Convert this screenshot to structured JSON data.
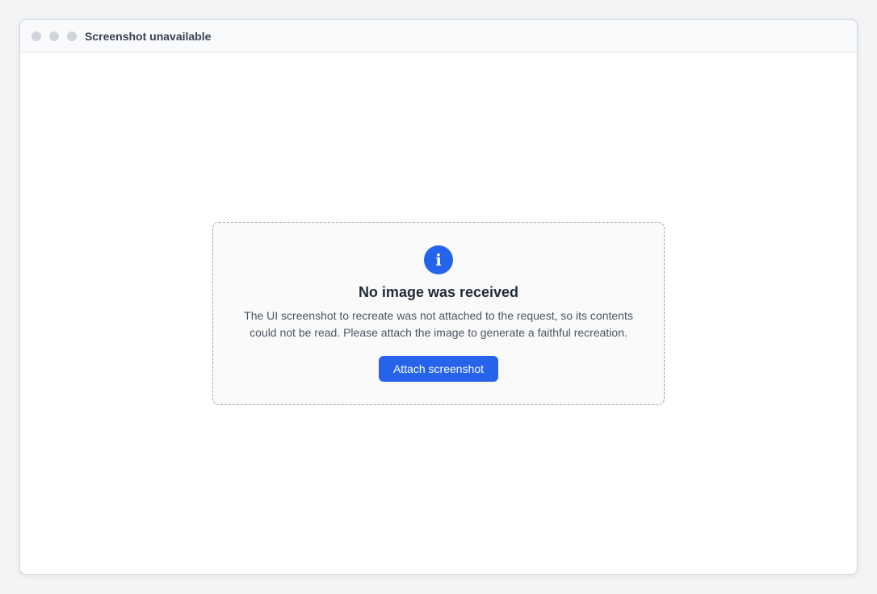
{
  "window": {
    "title": "Screenshot unavailable"
  },
  "notice": {
    "icon": "info-icon",
    "title": "No image was received",
    "body": "The UI screenshot to recreate was not attached to the request, so its contents could not be read. Please attach the image to generate a faithful recreation.",
    "action_label": "Attach screenshot"
  },
  "colors": {
    "accent": "#2563eb"
  }
}
